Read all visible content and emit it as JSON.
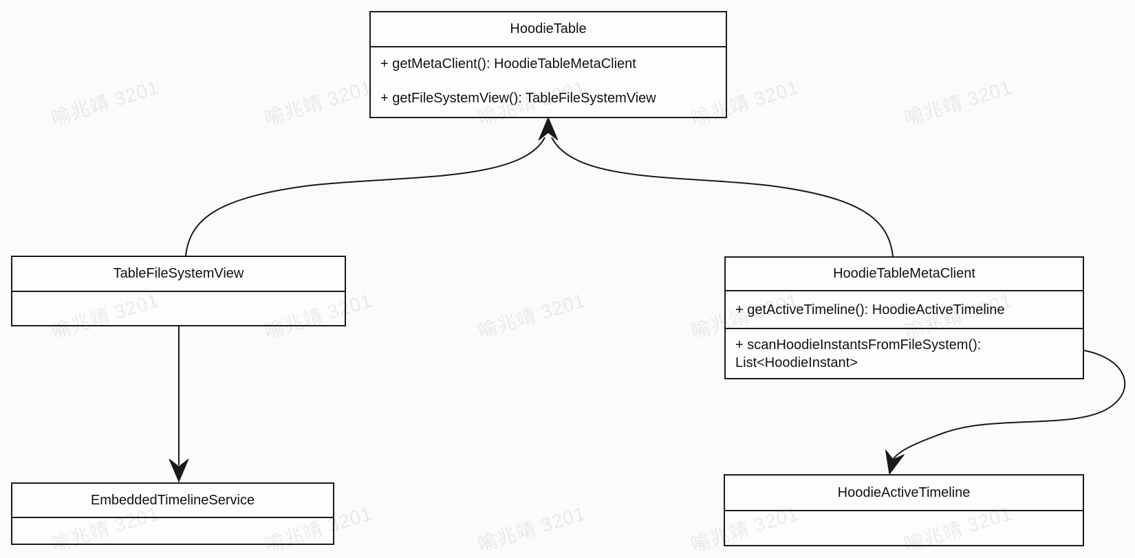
{
  "watermark": {
    "text": "喻兆靖 3201"
  },
  "colors": {
    "background": "#fbfbfb",
    "box_fill": "#fdfdfd",
    "stroke": "#191919",
    "watermark_color": "rgba(0,0,0,0.07)"
  },
  "boxes": {
    "hoodieTable": {
      "title": "HoodieTable",
      "methods": [
        "+ getMetaClient(): HoodieTableMetaClient",
        "+ getFileSystemView(): TableFileSystemView"
      ]
    },
    "tableFileSystemView": {
      "title": "TableFileSystemView"
    },
    "hoodieTableMetaClient": {
      "title": "HoodieTableMetaClient",
      "methods": [
        "+ getActiveTimeline(): HoodieActiveTimeline",
        "+ scanHoodieInstantsFromFileSystem(): List<HoodieInstant>"
      ]
    },
    "embeddedTimelineService": {
      "title": "EmbeddedTimelineService"
    },
    "hoodieActiveTimeline": {
      "title": "HoodieActiveTimeline"
    }
  },
  "edges": [
    {
      "from": "TableFileSystemView",
      "to": "HoodieTable",
      "arrow": "open-filled",
      "direction": "up"
    },
    {
      "from": "HoodieTableMetaClient",
      "to": "HoodieTable",
      "arrow": "open-filled",
      "direction": "up"
    },
    {
      "from": "TableFileSystemView",
      "to": "EmbeddedTimelineService",
      "arrow": "open-filled",
      "direction": "down"
    },
    {
      "from": "HoodieTableMetaClient",
      "to": "HoodieActiveTimeline",
      "arrow": "open-filled",
      "direction": "down"
    }
  ]
}
